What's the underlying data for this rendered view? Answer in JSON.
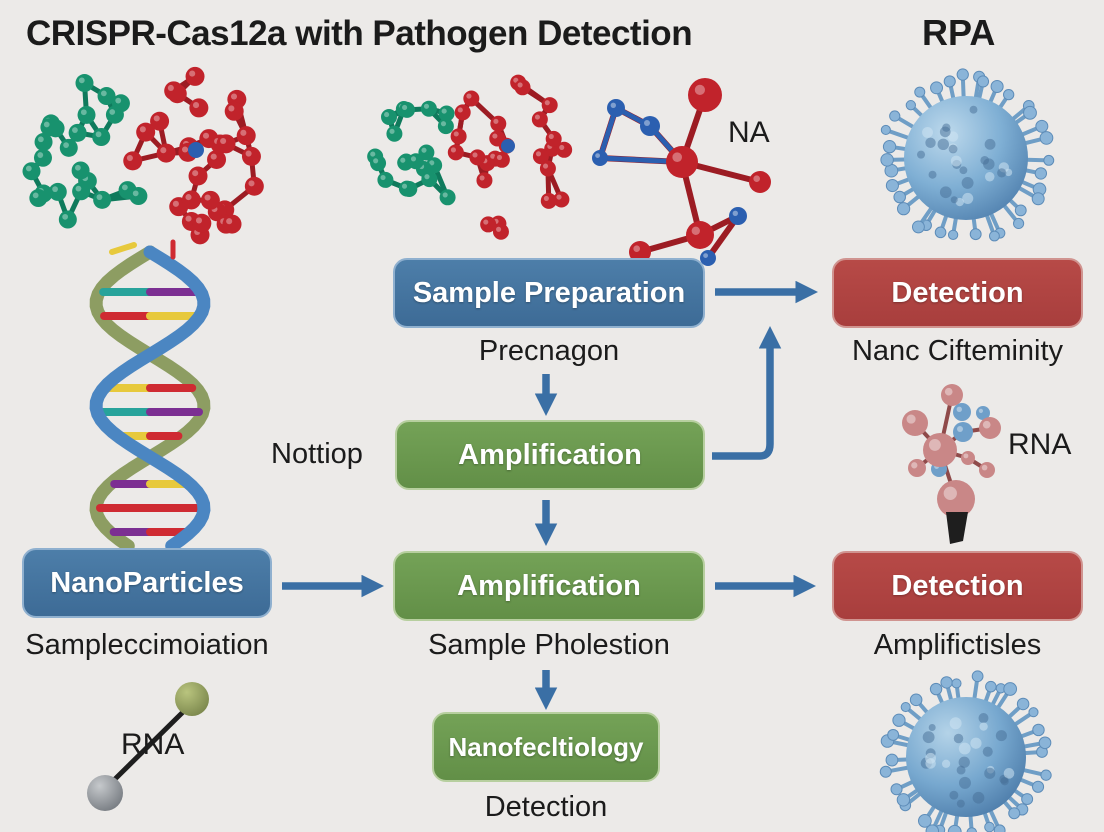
{
  "title": "CRISPR-Cas12a with Pathogen Detection",
  "corner_label": "RPA",
  "molecule_labels": {
    "na": "NA",
    "rna_right": "RNA",
    "rna_bottom_left": "RNA"
  },
  "nodes": {
    "sample_preparation": {
      "label": "Sample Preparation",
      "caption": "Precnagon"
    },
    "detection_top": {
      "label": "Detection",
      "caption": "Nanc Cifteminity"
    },
    "amplification_mid": {
      "label": "Amplification",
      "side_label": "Nottiop"
    },
    "nanoparticles": {
      "label": "NanoParticles",
      "caption": "Sampleccimoiation"
    },
    "amplification_lower": {
      "label": "Amplification",
      "caption": "Sample Pholestion"
    },
    "detection_lower": {
      "label": "Detection",
      "caption": "Amplifictisles"
    },
    "nanotechnology": {
      "label": "Nanofecltiology",
      "caption": "Detection"
    }
  },
  "colors": {
    "background": "#eceae8",
    "blue_node": "#41719c",
    "green_node": "#6a9b50",
    "red_node": "#b04342",
    "arrow": "#3a6fa5",
    "text": "#1b1b1b",
    "cluster_green": "#18926e",
    "cluster_red": "#c1232b",
    "virus_blue": "#7fafd4",
    "rna_pink": "#c98787"
  },
  "icons": {
    "cas_complex_large": "protein-ball-cluster-icon",
    "cas_complex_small": "protein-ball-cluster-icon",
    "na_molecule": "nucleic-acid-molecule-icon",
    "virus_top_right": "virus-particle-icon",
    "virus_bottom_right": "virus-particle-icon",
    "dna_helix": "dna-double-helix-icon",
    "rna_molecule_right": "rna-molecule-icon",
    "rna_spheres_bottom_left": "two-sphere-bond-icon"
  }
}
